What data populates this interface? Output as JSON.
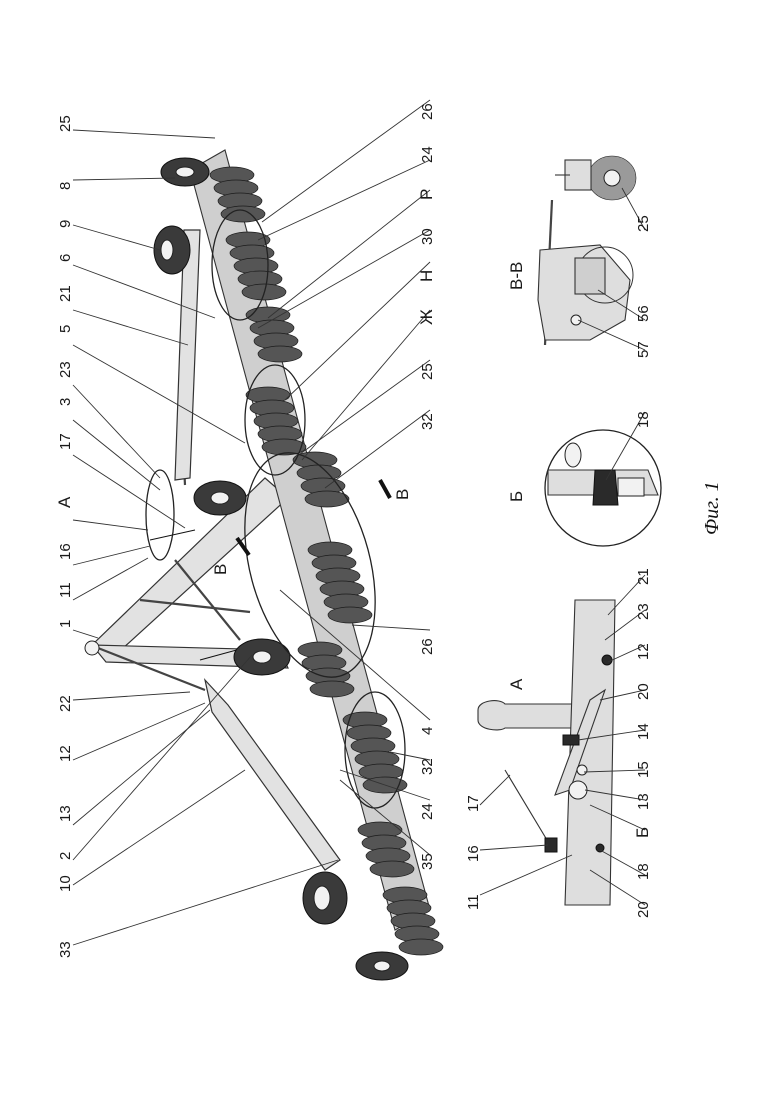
{
  "figure": {
    "caption": "Фиг. 1"
  },
  "main_view": {
    "callouts_left": [
      "25",
      "8",
      "9",
      "6",
      "21",
      "5",
      "23",
      "3",
      "17",
      "А",
      "16",
      "11",
      "1",
      "22",
      "12",
      "13",
      "2",
      "10",
      "33"
    ],
    "callouts_right": [
      "26",
      "24",
      "Р",
      "30",
      "Н",
      "Ж",
      "25",
      "32",
      "26",
      "4",
      "32",
      "24",
      "35"
    ],
    "section_letter": "В"
  },
  "detail_a": {
    "view_label": "А",
    "callouts_top": [
      "17",
      "16",
      "11"
    ],
    "callouts_bottom": [
      "21",
      "23",
      "12",
      "20",
      "14",
      "15",
      "13",
      "Б",
      "18",
      "20"
    ]
  },
  "detail_b": {
    "view_label": "Б",
    "callouts": [
      "18"
    ]
  },
  "section_vv": {
    "view_label": "В-В",
    "callouts": [
      "25",
      "56",
      "57"
    ]
  }
}
